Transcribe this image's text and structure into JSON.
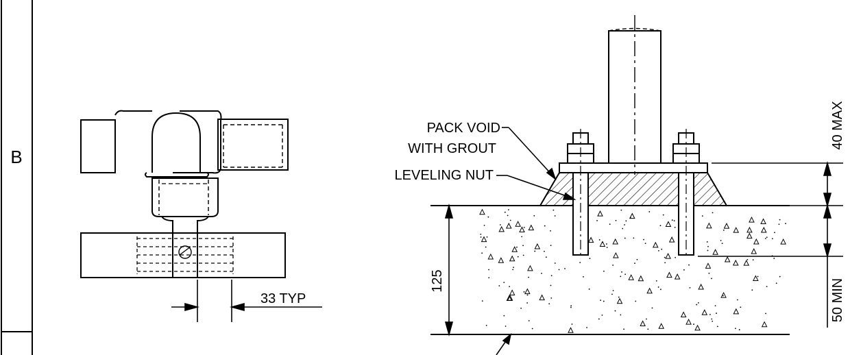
{
  "border": {
    "zone_letter": "B"
  },
  "left_detail": {
    "spacing_dimension": "33 TYP"
  },
  "right_detail": {
    "callouts": {
      "pack_void_line1": "PACK VOID",
      "pack_void_line2": "WITH GROUT",
      "leveling_nut": "LEVELING NUT"
    },
    "dimensions": {
      "top": "40 MAX",
      "depth": "125",
      "embed": "50 MIN"
    }
  }
}
